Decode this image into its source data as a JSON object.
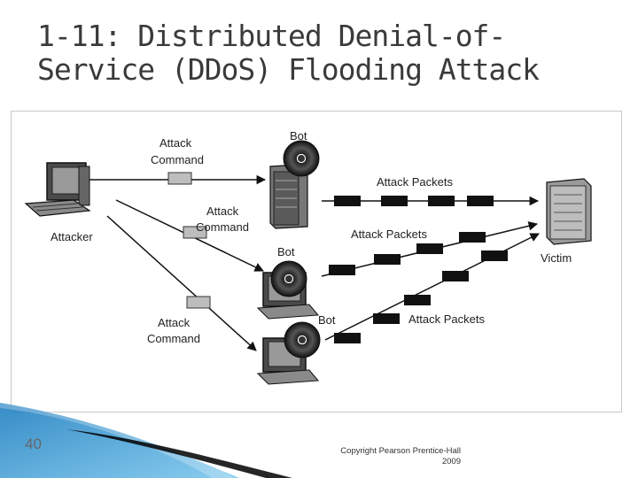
{
  "slide": {
    "title_line1": "1-11: Distributed Denial-of-",
    "title_line2": "Service (DDoS) Flooding Attack",
    "page_number": "40",
    "copyright_line1": "Copyright Pearson Prentice-Hall",
    "copyright_line2": "2009"
  },
  "diagram": {
    "attacker_label": "Attacker",
    "victim_label": "Victim",
    "bots": [
      {
        "label": "Bot"
      },
      {
        "label": "Bot"
      },
      {
        "label": "Bot"
      }
    ],
    "attack_commands": [
      {
        "line1": "Attack",
        "line2": "Command"
      },
      {
        "line1": "Attack",
        "line2": "Command"
      },
      {
        "line1": "Attack",
        "line2": "Command"
      }
    ],
    "attack_packets": [
      {
        "label": "Attack Packets"
      },
      {
        "label": "Attack Packets"
      },
      {
        "label": "Attack Packets"
      }
    ],
    "colors": {
      "packet": "#111111",
      "command_message": "#bdbdbd",
      "slide_accent": "#2f9bd3"
    }
  }
}
